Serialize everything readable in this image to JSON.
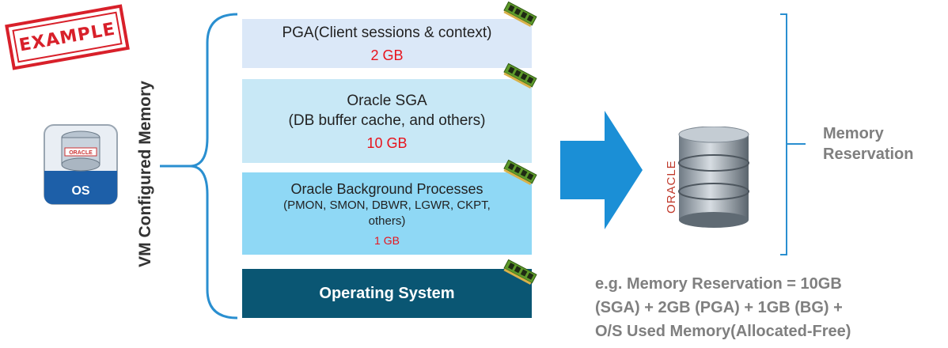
{
  "stamp": {
    "text": "EXAMPLE"
  },
  "vm_label": "VM Configured Memory",
  "os_icon": {
    "brand": "ORACLE",
    "label": "OS"
  },
  "blocks": {
    "pga": {
      "title": "PGA(Client sessions & context)",
      "value": "2 GB"
    },
    "sga": {
      "title": "Oracle SGA",
      "subtitle": "(DB buffer cache, and others)",
      "value": "10 GB"
    },
    "bg": {
      "title": "Oracle Background Processes",
      "subtitle1": "(PMON, SMON, DBWR, LGWR, CKPT,",
      "subtitle2": "others)",
      "value": "1 GB"
    },
    "os": {
      "title": "Operating System"
    }
  },
  "db_icon": {
    "brand": "ORACLE"
  },
  "memory_reservation": {
    "line1": "Memory",
    "line2": "Reservation"
  },
  "formula": {
    "line1": "e.g. Memory Reservation = 10GB",
    "line2": "(SGA) + 2GB (PGA) + 1GB (BG) +",
    "line3": "O/S Used Memory(Allocated-Free)"
  },
  "colors": {
    "accent_blue": "#1b8fd6",
    "brace_blue": "#2a8fd0",
    "os_block": "#0a5673",
    "value_red": "#e8131c",
    "stamp_red": "#d8202a",
    "text_gray": "#7f7f7f"
  }
}
